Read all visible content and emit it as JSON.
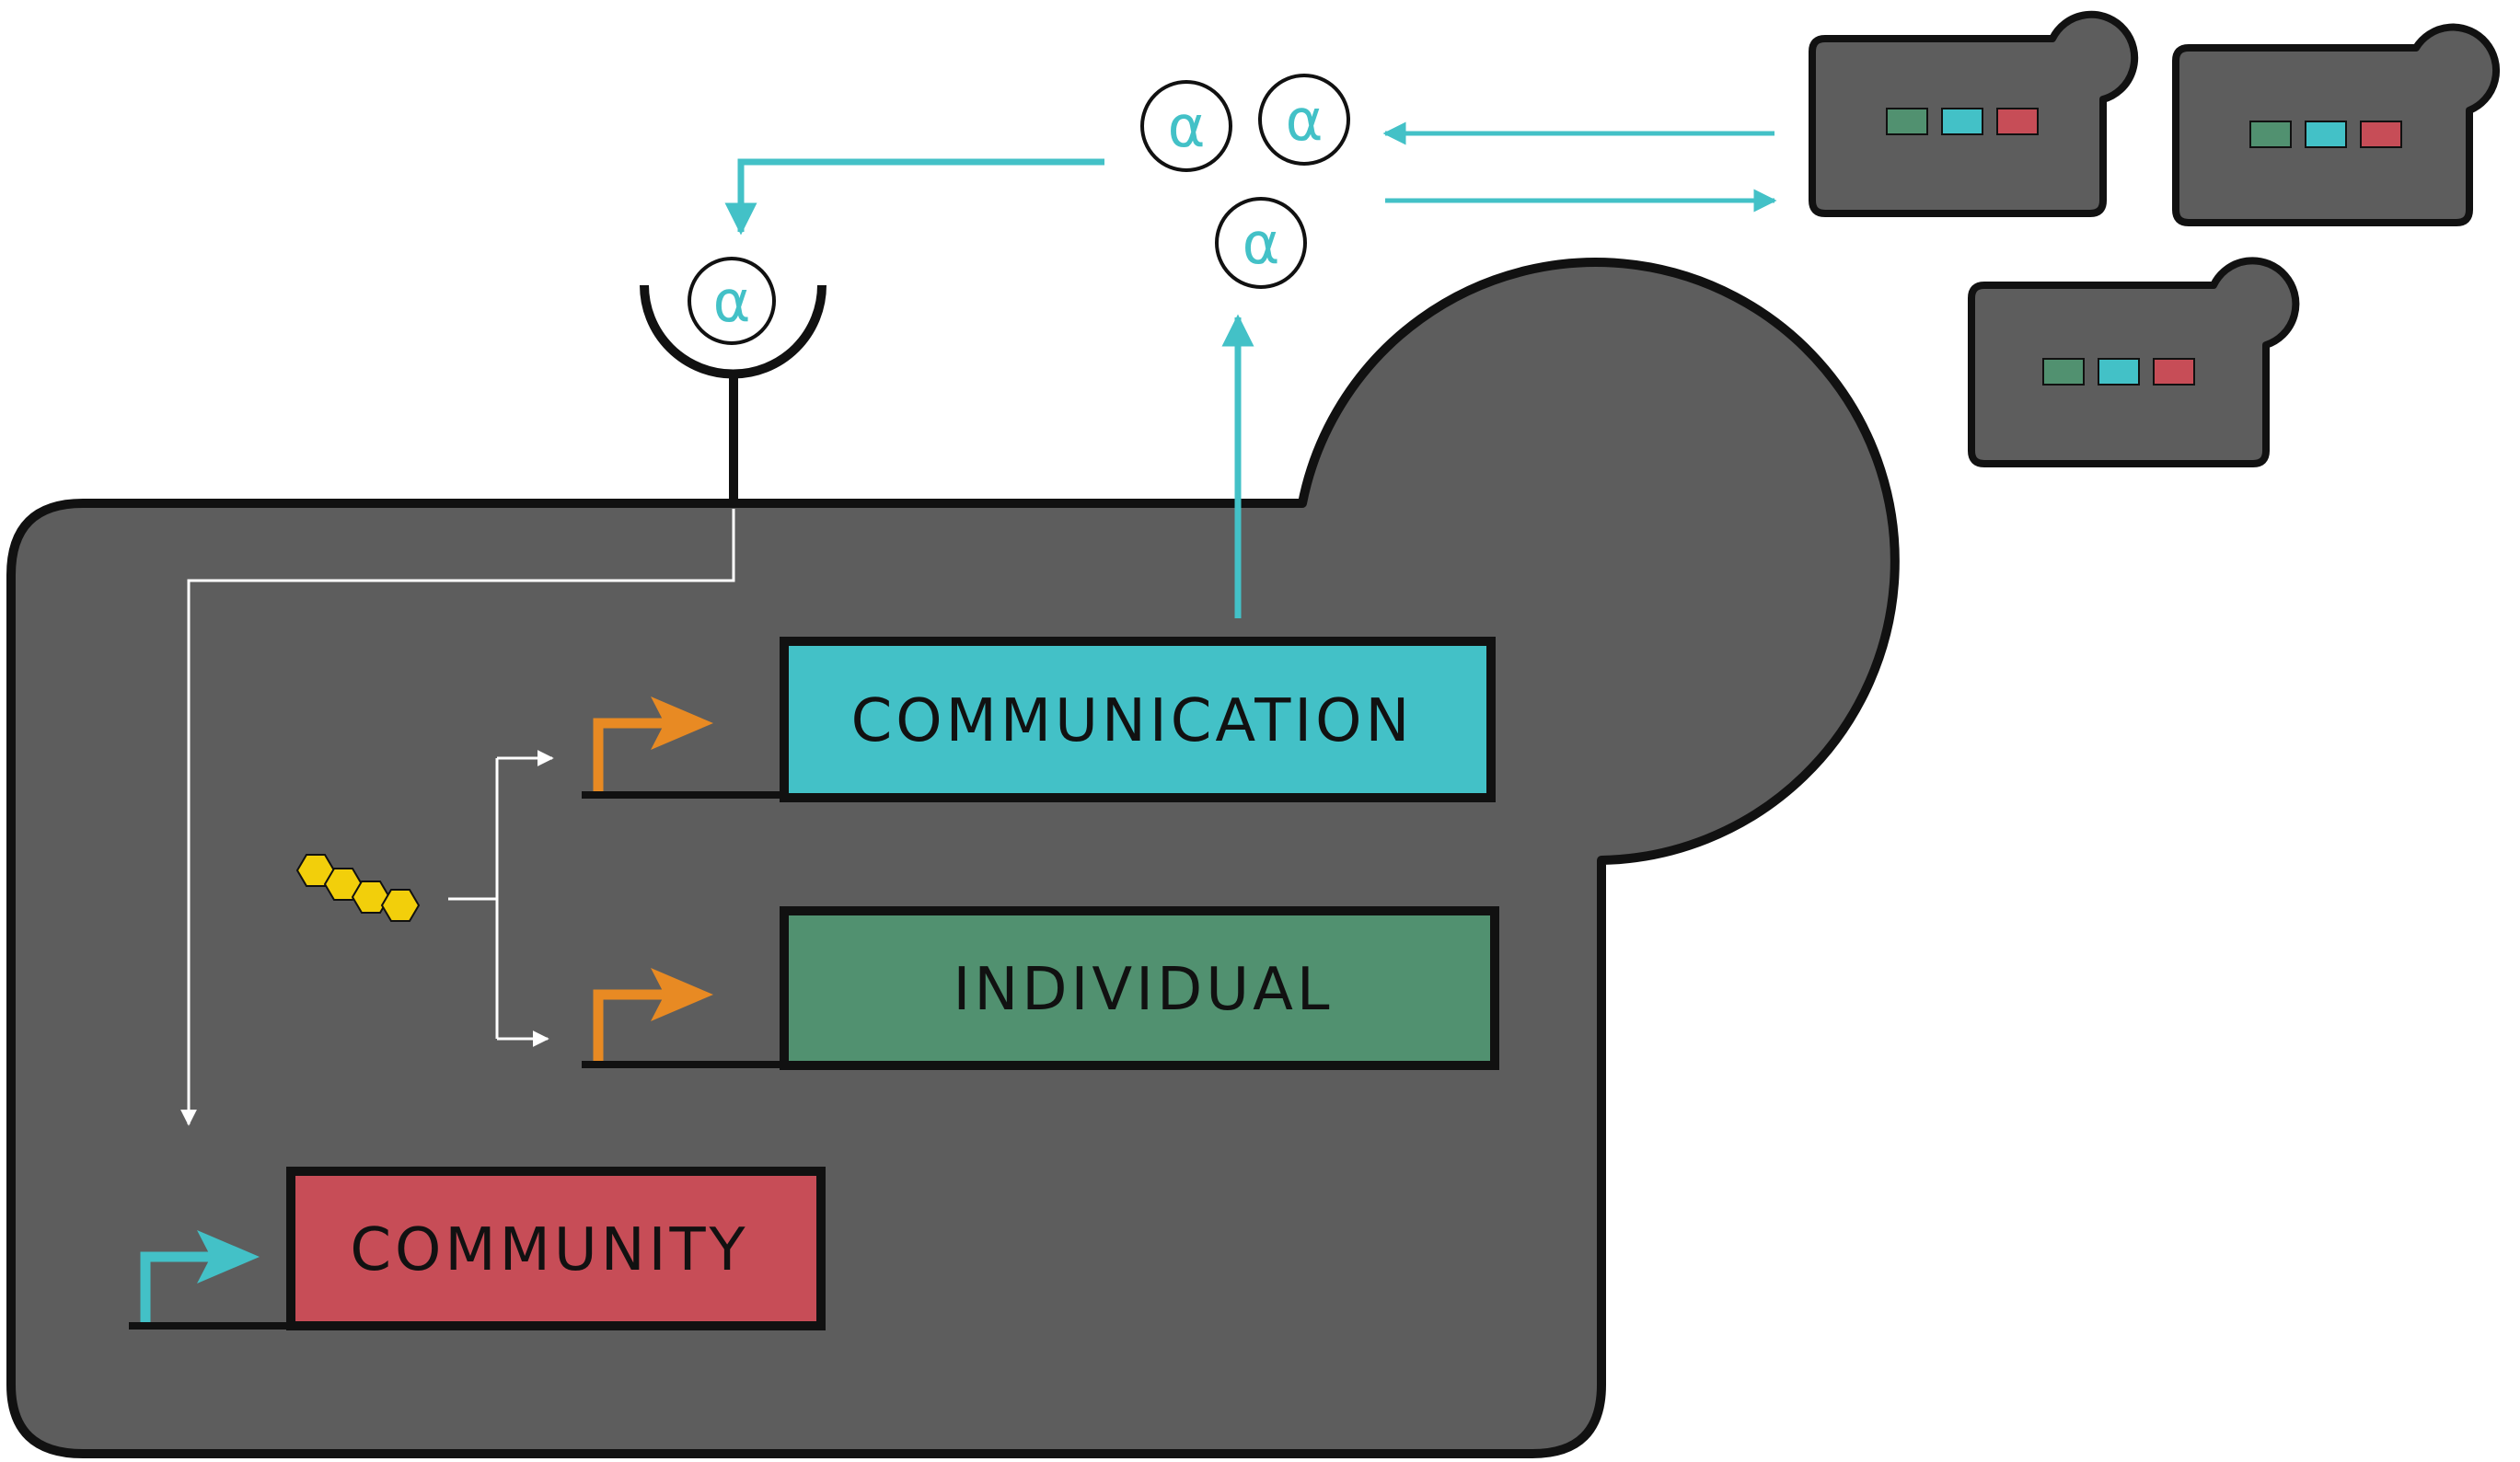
{
  "genes": {
    "communication": "COMMUNICATION",
    "individual": "INDIVIDUAL",
    "community": "COMMUNITY"
  },
  "signal_symbol": "α",
  "colors": {
    "cell_fill": "#5d5d5d",
    "outline": "#111111",
    "communication": "#43c1c7",
    "individual": "#519170",
    "community": "#c74d57",
    "promoter_orange": "#e88a23",
    "promoter_cyan": "#43c1c7",
    "signal": "#43c1c7",
    "inducer": "#f2cf0b",
    "wiring": "#ffffff"
  },
  "icons": {
    "receptor": "receptor-cup-icon",
    "promoter": "promoter-arrow-icon",
    "inducer": "hexagon-chain-icon",
    "signal_molecule": "alpha-circle-icon"
  }
}
